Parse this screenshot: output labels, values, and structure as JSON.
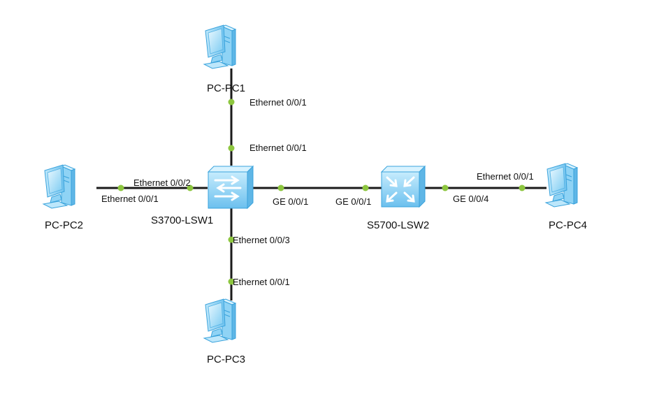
{
  "devices": {
    "pc1": {
      "name": "PC-PC1",
      "icon": "pc-icon"
    },
    "pc2": {
      "name": "PC-PC2",
      "icon": "pc-icon"
    },
    "pc3": {
      "name": "PC-PC3",
      "icon": "pc-icon"
    },
    "pc4": {
      "name": "PC-PC4",
      "icon": "pc-icon"
    },
    "lsw1": {
      "name": "S3700-LSW1",
      "icon": "layer2-switch-icon"
    },
    "lsw2": {
      "name": "S5700-LSW2",
      "icon": "layer3-switch-icon"
    }
  },
  "links": {
    "pc1_lsw1": {
      "pc1_port": "Ethernet 0/0/1",
      "lsw1_port": "Ethernet 0/0/1"
    },
    "pc2_lsw1": {
      "pc2_port": "Ethernet 0/0/1",
      "lsw1_port": "Ethernet 0/0/2"
    },
    "pc3_lsw1": {
      "pc3_port": "Ethernet 0/0/1",
      "lsw1_port": "Ethernet 0/0/3"
    },
    "lsw1_lsw2": {
      "lsw1_port": "GE 0/0/1",
      "lsw2_port": "GE 0/0/1"
    },
    "lsw2_pc4": {
      "lsw2_port": "GE 0/0/4",
      "pc4_port": "Ethernet 0/0/1"
    }
  },
  "colors": {
    "link": "#1a1a1a",
    "port_dot": "#8dc63f",
    "device_fill": "#8fd3f5",
    "device_stroke": "#3aa3dc"
  }
}
